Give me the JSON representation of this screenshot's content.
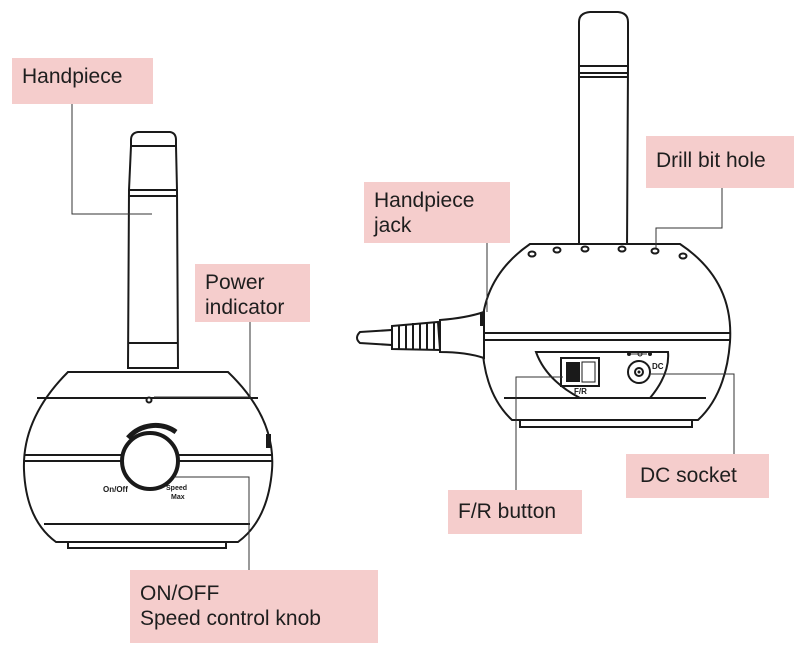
{
  "labels": {
    "handpiece": "Handpiece",
    "power_indicator": "Power\nindicator",
    "on_off_knob": "ON/OFF\nSpeed control knob",
    "handpiece_jack": "Handpiece\njack",
    "drill_bit_hole": "Drill bit hole",
    "dc_socket": "DC socket",
    "fr_button": "F/R button"
  },
  "device_markings": {
    "on_off": "On/Off",
    "speed": "Speed",
    "max": "Max",
    "fr": "F/R",
    "dc": "DC"
  },
  "colors": {
    "label_bg": "#f5cdcc",
    "ink": "#1a1a1a"
  }
}
